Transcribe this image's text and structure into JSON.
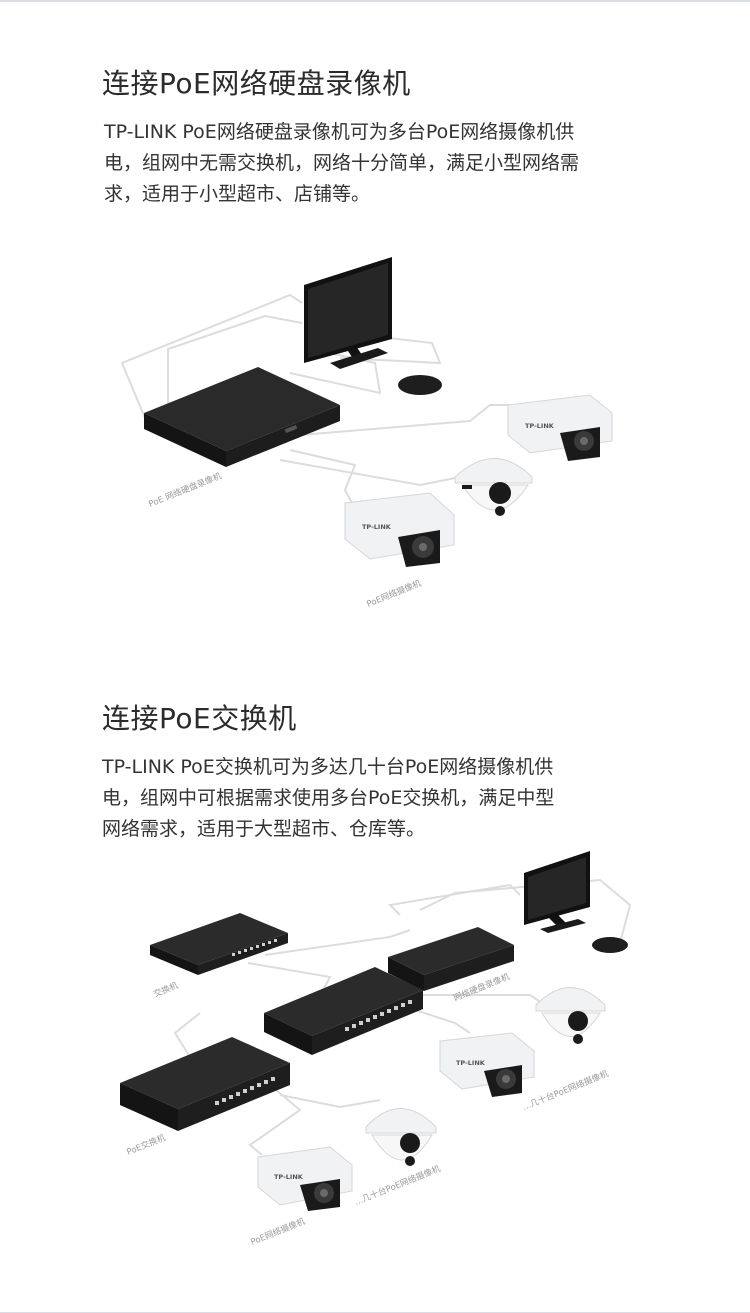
{
  "sections": [
    {
      "title": "连接PoE网络硬盘录像机",
      "desc_lines": [
        "TP-LINK PoE网络硬盘录像机可为多台PoE网络摄像机供",
        "电，组网中无需交换机，网络十分简单，满足小型网络需",
        "求，适用于小型超市、店铺等。"
      ],
      "diagram": {
        "nvr_label": "PoE 网络硬盘录像机",
        "camera_group_label": "PoE网络摄像机",
        "camera_brand": "TP-LINK"
      }
    },
    {
      "title": "连接PoE交换机",
      "desc_lines": [
        "TP-LINK PoE交换机可为多达几十台PoE网络摄像机供",
        "电，组网中可根据需求使用多台PoE交换机，满足中型",
        "网络需求，适用于大型超市、仓库等。"
      ],
      "diagram": {
        "switch_label": "交换机",
        "nvr_label": "网络硬盘录像机",
        "poe_switch_label": "PoE交换机",
        "camera_group_label_a": "...几十台PoE网络摄像机",
        "camera_group_label_b": "...几十台PoE网络摄像机",
        "camera_single_label": "PoE网络摄像机",
        "camera_brand": "TP-LINK"
      }
    }
  ],
  "colors": {
    "device_dark": "#1f1f1f",
    "camera_white": "#f1f2f4",
    "cable": "#dcdcdc",
    "label_gray": "#9a9a9a"
  }
}
